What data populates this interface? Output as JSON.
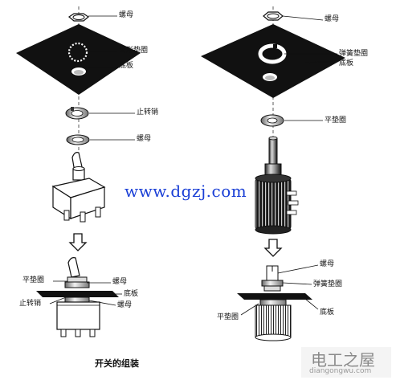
{
  "left_diagram": {
    "top_labels": {
      "nut": "螺母",
      "star_washer": "齿形垫圈",
      "base_plate": "底板",
      "stop_pin": "止转销",
      "nut2": "螺母"
    },
    "assembly_labels": {
      "flat_washer": "平垫圈",
      "nut": "螺母",
      "base_plate": "底板",
      "stop_pin": "止转销",
      "nut2": "螺母"
    },
    "caption": "开关的组装"
  },
  "right_diagram": {
    "top_labels": {
      "nut": "螺母",
      "spring_washer": "弹簧垫圈",
      "base_plate": "底板",
      "flat_washer": "平垫圈"
    },
    "assembly_labels": {
      "nut": "螺母",
      "spring_washer": "弹簧垫圈",
      "flat_washer": "平垫圈",
      "base_plate": "底板"
    }
  },
  "watermark": "www.dgzj.com",
  "brand": {
    "name": "电工之屋",
    "pinyin": "diangongwu.com"
  },
  "colors": {
    "plate": "#111111",
    "watermark": "#1a3fd6",
    "brand": "#8a8a8a"
  }
}
